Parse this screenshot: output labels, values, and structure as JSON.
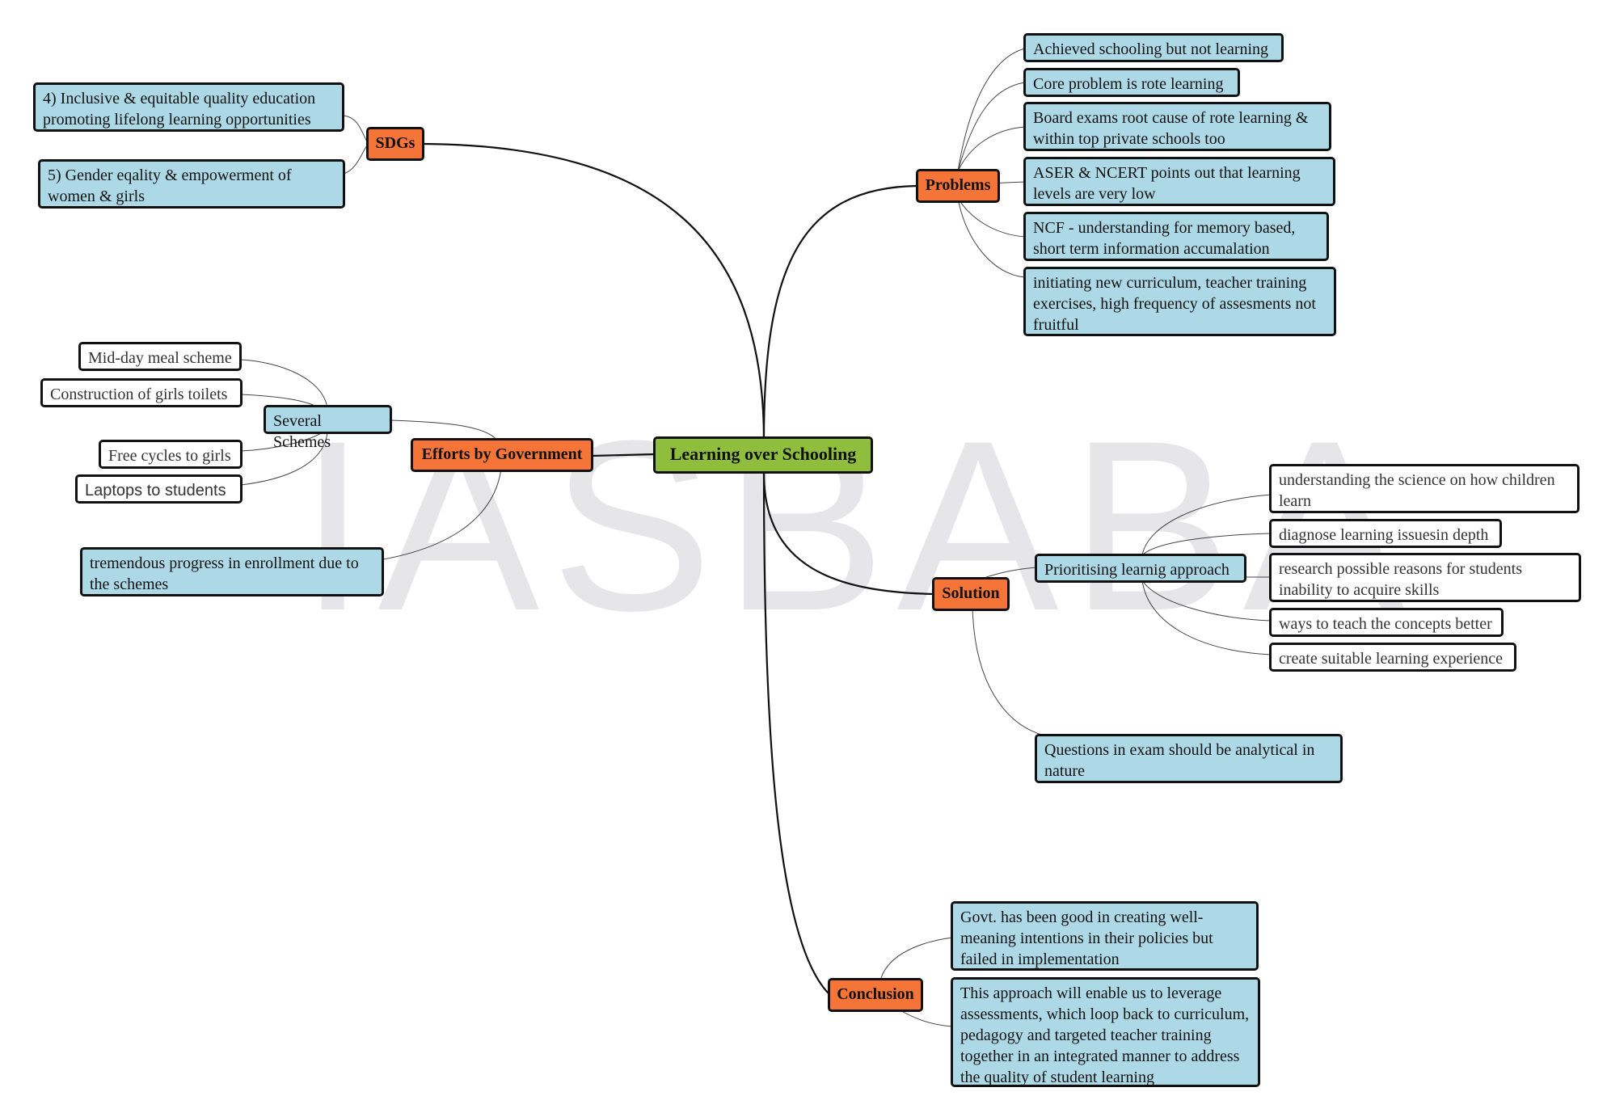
{
  "watermark": "IASBABA",
  "colors": {
    "root": "#8fbd3c",
    "branch": "#f47537",
    "leaf": "#add8e6",
    "leaf_alt": "#ffffff",
    "border": "#111111"
  },
  "root": {
    "label": "Learning over Schooling"
  },
  "branches": {
    "sdgs": {
      "label": "SDGs",
      "items": [
        "4) Inclusive & equitable quality education promoting lifelong learning opportunities",
        "5) Gender eqality & empowerment of women & girls"
      ]
    },
    "problems": {
      "label": "Problems",
      "items": [
        "Achieved schooling but not learning",
        "Core problem is rote learning",
        "Board exams root cause of rote learning & within top private schools too",
        "ASER & NCERT points out that learning levels are very low",
        "NCF - understanding for memory based, short term information accumalation",
        "initiating new curriculum, teacher training exercises, high frequency of assesments not fruitful"
      ]
    },
    "efforts": {
      "label": "Efforts by Government",
      "schemes": {
        "label": "Several Schemes",
        "items": [
          "Mid-day meal scheme",
          "Construction of girls toilets",
          "Free cycles to girls",
          "Laptops to students"
        ]
      },
      "progress": "tremendous progress in enrollment due to the schemes"
    },
    "solution": {
      "label": "Solution",
      "approach": {
        "label": "Prioritising learnig approach",
        "items": [
          "understanding the science on how children learn",
          "diagnose learning issuesin depth",
          "research possible reasons for students inability to acquire skills",
          "ways to teach the concepts better",
          "create suitable learning experience"
        ]
      },
      "exam": "Questions in exam should be analytical in nature"
    },
    "conclusion": {
      "label": "Conclusion",
      "items": [
        "Govt. has been good in creating well-meaning intentions in their policies but failed in implementation",
        "This approach will enable us to leverage assessments, which loop back to curriculum, pedagogy and targeted teacher training together in an integrated manner to address the quality of student learning"
      ]
    }
  }
}
